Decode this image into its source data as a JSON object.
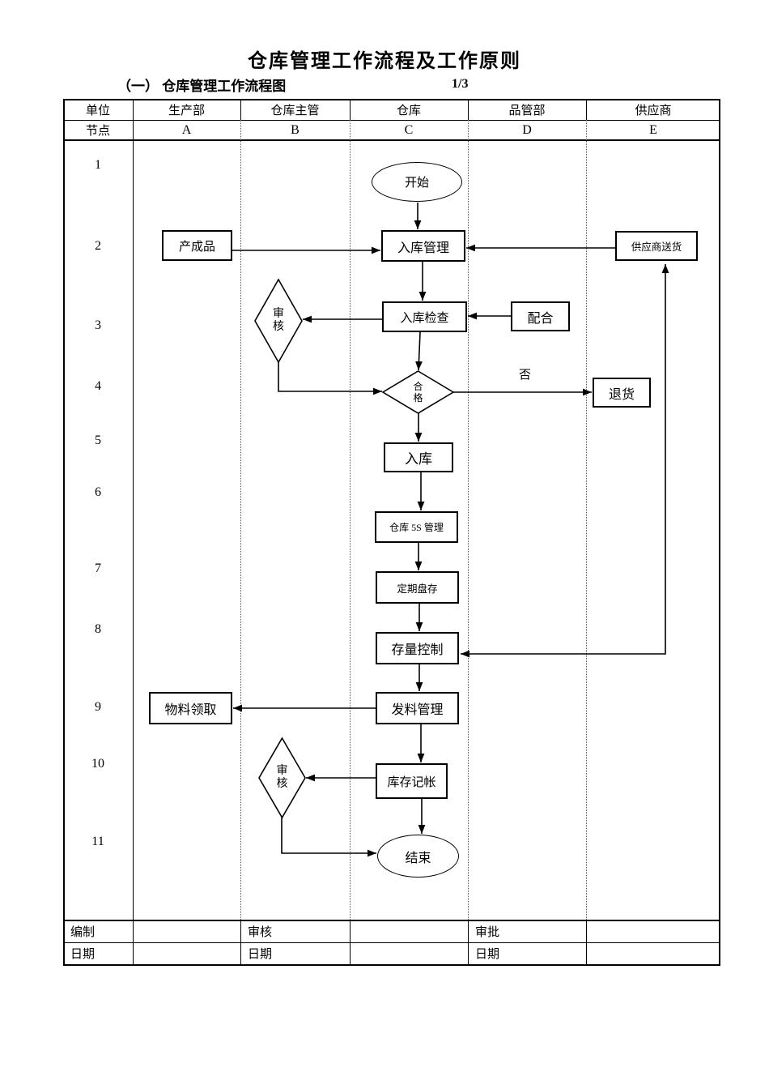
{
  "page": {
    "title": "仓库管理工作流程及工作原则",
    "section_heading": "（一） 仓库管理工作流程图",
    "page_number": "1/3"
  },
  "grid": {
    "unit_label": "单位",
    "node_label": "节点",
    "columns": [
      "生产部",
      "仓库主管",
      "仓库",
      "品管部",
      "供应商"
    ],
    "node_ids": [
      "A",
      "B",
      "C",
      "D",
      "E"
    ],
    "row_numbers": [
      "1",
      "2",
      "3",
      "4",
      "5",
      "6",
      "7",
      "8",
      "9",
      "10",
      "11"
    ]
  },
  "nodes": {
    "start": "开始",
    "finished_goods": "产成品",
    "inbound_mgmt": "入库管理",
    "supplier_delivery": "供应商送货",
    "review_1": "审\n核",
    "inbound_check": "入库检查",
    "cooperate": "配合",
    "qualified": "合\n格",
    "no_label": "否",
    "return_goods": "退货",
    "stock_in": "入库",
    "warehouse_5s": "仓库 5S 管理",
    "periodic_count": "定期盘存",
    "stock_control": "存量控制",
    "material_pickup": "物料领取",
    "material_issue": "发料管理",
    "inventory_entry": "库存记帐",
    "review_2": "审\n核",
    "end": "结束"
  },
  "footer": {
    "prepared_label": "编制",
    "review_label": "审核",
    "approve_label": "审批",
    "date_label": "日期"
  }
}
